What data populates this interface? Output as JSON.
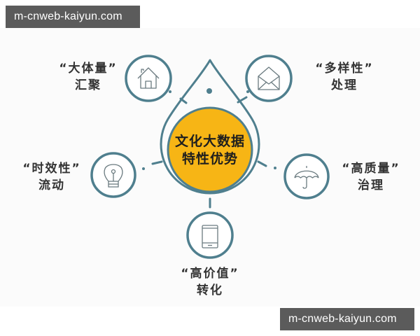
{
  "watermarks": {
    "top": "m-cnweb-kaiyun.com",
    "bottom": "m-cnweb-kaiyun.com"
  },
  "center": {
    "line1": "文化大数据",
    "line2": "特性优势",
    "fill_color": "#f7b515",
    "ring_color": "#4f7f8e"
  },
  "features": [
    {
      "id": "volume",
      "icon": "house-icon",
      "line1": "“大体量”",
      "line2": "汇聚"
    },
    {
      "id": "variety",
      "icon": "envelope-icon",
      "line1": "“多样性”",
      "line2": "处理"
    },
    {
      "id": "timeliness",
      "icon": "lightbulb-icon",
      "line1": "“时效性”",
      "line2": "流动"
    },
    {
      "id": "quality",
      "icon": "umbrella-icon",
      "line1": "“高质量”",
      "line2": "治理"
    },
    {
      "id": "value",
      "icon": "smartphone-icon",
      "line1": "“高价值”",
      "line2": "转化"
    }
  ],
  "colors": {
    "outline": "#4f7f8e",
    "icon_stroke": "#6b7b80",
    "text": "#333333",
    "watermark_bg": "#5b5b5b"
  }
}
